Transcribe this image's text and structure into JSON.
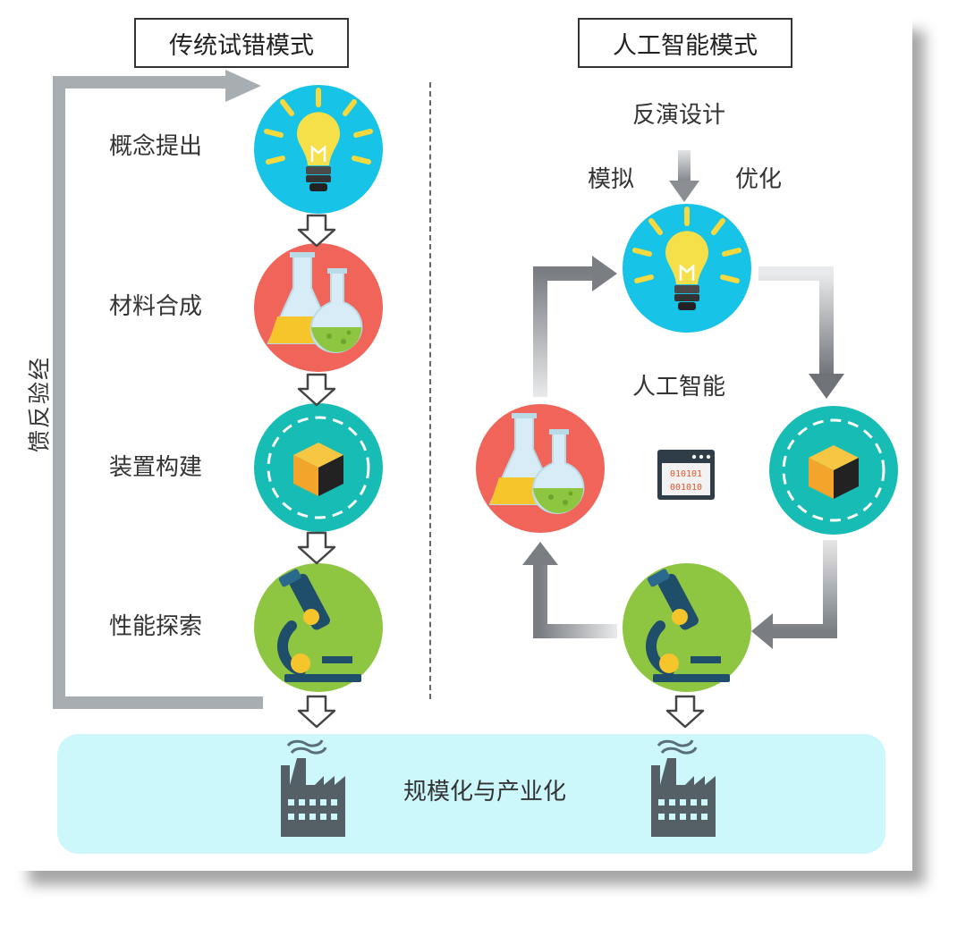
{
  "traditional": {
    "title": "传统试错模式",
    "steps": [
      "概念提出",
      "材料合成",
      "装置构建",
      "性能探索"
    ],
    "feedback_label": [
      "经",
      "验",
      "反",
      "馈"
    ]
  },
  "ai": {
    "title": "人工智能模式",
    "inverse_design": "反演设计",
    "simulation": "模拟",
    "optimization": "优化",
    "center_label": "人工智能",
    "binary_lines": [
      "010101",
      "001010"
    ]
  },
  "bottom": {
    "label": "规模化与产业化"
  },
  "colors": {
    "bulb_circle": "#17c3e6",
    "flask_circle": "#f06459",
    "cube_circle": "#17bcb4",
    "microscope_circle": "#8ec641",
    "band": "#ccf7fb",
    "arrow_gray": "#8a8e93"
  },
  "icons": [
    "light-bulb-icon",
    "flask-icon",
    "cube-icon",
    "microscope-icon",
    "factory-icon",
    "code-window-icon"
  ]
}
